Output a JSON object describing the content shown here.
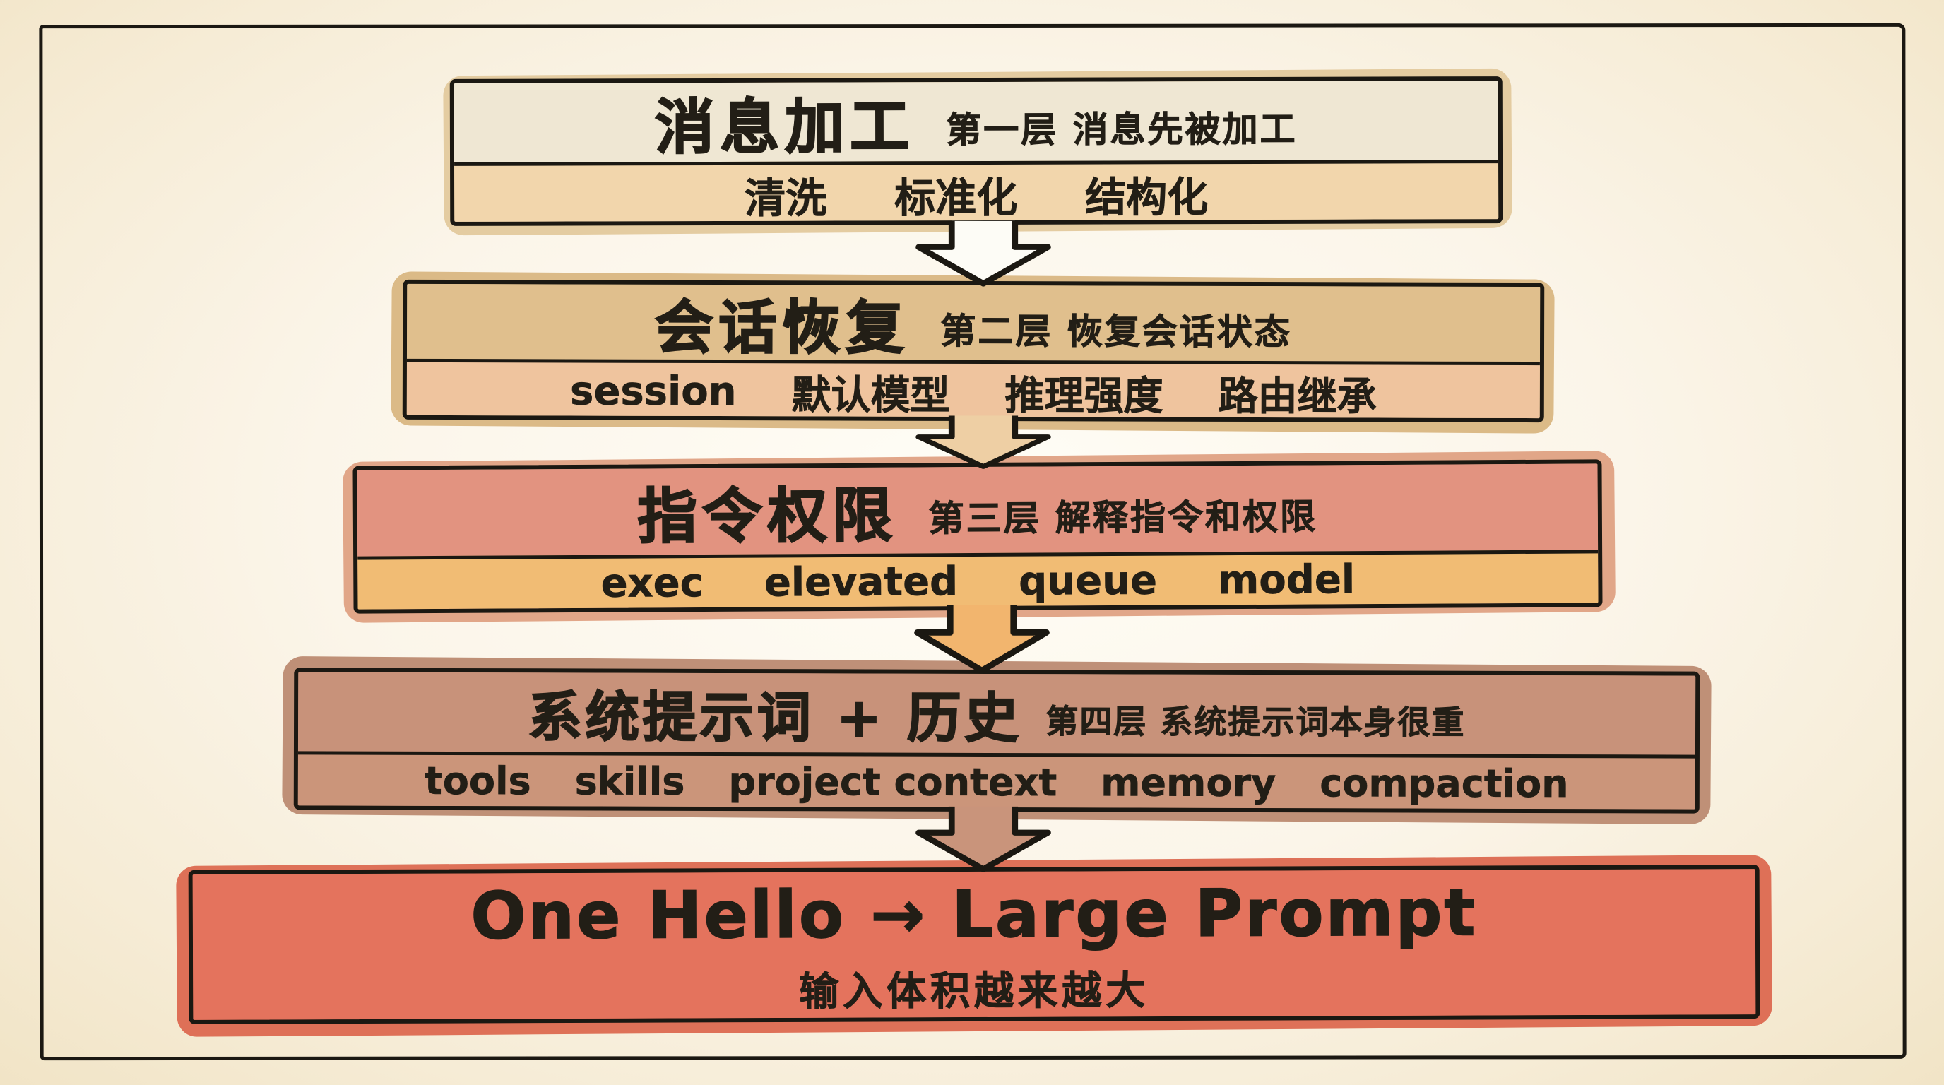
{
  "palette": {
    "paper": "#f3e7cd",
    "paper_center": "#fdfaf2",
    "ink": "#1b1812",
    "text": "#221e16",
    "box1top": "#efe7d3",
    "box1bottom": "#f2d6ac",
    "box1smudge": "#e3c99d",
    "box2top": "#e0bf8d",
    "box2bottom": "#efc49e",
    "box2smudge": "#d9b682",
    "box3top": "#e29380",
    "box3bottom": "#f1bc74",
    "box3smudge": "#dfa183",
    "box4top": "#c8927a",
    "box4bottom": "#cb957a",
    "box4smudge": "#bc8a71",
    "box5fill": "#e4735d",
    "box5smudge": "#dc6950",
    "arrow1": "#fdfcf6",
    "arrow2": "#eecfa4",
    "arrow3": "#f2b56e",
    "arrow4": "#c9947b"
  },
  "diagram": {
    "layers": [
      {
        "title": "消息加工",
        "note": "第一层 消息先被加工",
        "items": [
          "清洗",
          "标准化",
          "结构化"
        ]
      },
      {
        "title": "会话恢复",
        "note": "第二层 恢复会话状态",
        "items": [
          "session",
          "默认模型",
          "推理强度",
          "路由继承"
        ]
      },
      {
        "title": "指令权限",
        "note": "第三层 解释指令和权限",
        "items": [
          "exec",
          "elevated",
          "queue",
          "model"
        ]
      },
      {
        "title": "系统提示词 + 历史",
        "note": "第四层 系统提示词本身很重",
        "items": [
          "tools",
          "skills",
          "project context",
          "memory",
          "compaction"
        ]
      }
    ],
    "final": {
      "title": "One Hello → Large Prompt",
      "subtitle": "输入体积越来越大"
    }
  }
}
